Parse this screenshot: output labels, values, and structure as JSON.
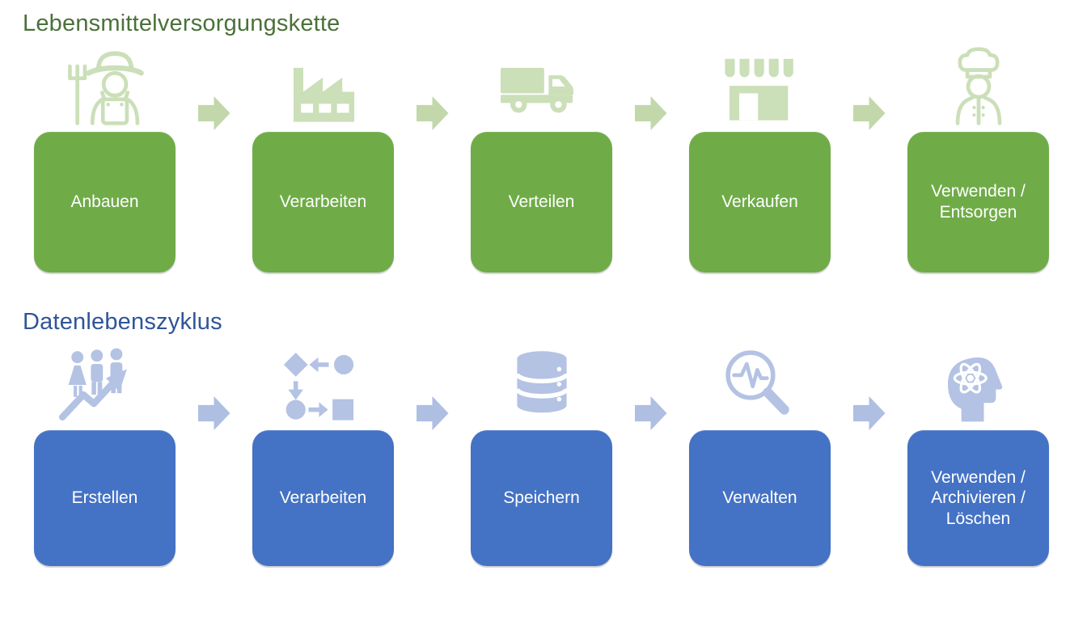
{
  "page": {
    "background_color": "#FFFFFF"
  },
  "sections": [
    {
      "title": "Lebensmittelversorgungskette",
      "title_color": "#4A7139",
      "box_color": "#6FAC48",
      "box_text_color": "#FFFFFF",
      "icon_color": "#CBDFB8",
      "arrow_color": "#C2D8AB",
      "arrow_icon": "arrow-right-icon",
      "steps": [
        {
          "label": "Anbauen",
          "icon": "farmer-icon"
        },
        {
          "label": "Verarbeiten",
          "icon": "factory-icon"
        },
        {
          "label": "Verteilen",
          "icon": "delivery-truck-icon"
        },
        {
          "label": "Verkaufen",
          "icon": "storefront-icon"
        },
        {
          "label": "Verwenden / Entsorgen",
          "icon": "chef-icon"
        }
      ]
    },
    {
      "title": "Datenlebenszyklus",
      "title_color": "#2F5597",
      "box_color": "#4472C4",
      "box_text_color": "#FFFFFF",
      "icon_color": "#B4C2E3",
      "arrow_color": "#AEBFE2",
      "arrow_icon": "arrow-right-icon",
      "steps": [
        {
          "label": "Erstellen",
          "icon": "people-growth-icon"
        },
        {
          "label": "Verarbeiten",
          "icon": "flowchart-icon"
        },
        {
          "label": "Speichern",
          "icon": "database-icon"
        },
        {
          "label": "Verwalten",
          "icon": "magnifier-pulse-icon"
        },
        {
          "label": "Verwenden / Archivieren / Löschen",
          "icon": "head-atom-icon"
        }
      ]
    }
  ]
}
